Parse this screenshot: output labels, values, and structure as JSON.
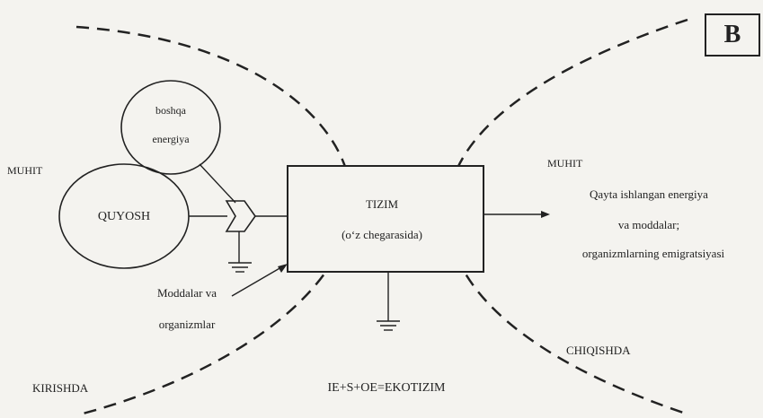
{
  "badge": "B",
  "labels": {
    "muhit_left": "MUHIT",
    "muhit_right": "MUHIT",
    "boshqa_line1": "boshqa",
    "boshqa_line2": "energiya",
    "quyosh": "QUYOSH",
    "tizim_line1": "TIZIM",
    "tizim_line2": "(o‘z chegarasida)",
    "output_line1": "Qayta ishlangan energiya",
    "output_line2": "va moddalar;",
    "output_line3": "organizmlarning emigratsiyasi",
    "input_line1": "Moddalar va",
    "input_line2": "organizmlar",
    "kirishda": "KIRISHDA",
    "chiqishda": "CHIQISHDA",
    "formula": "IE+S+OE=EKOTIZIM"
  },
  "colors": {
    "ink": "#222222",
    "paper": "#f4f3ef"
  }
}
